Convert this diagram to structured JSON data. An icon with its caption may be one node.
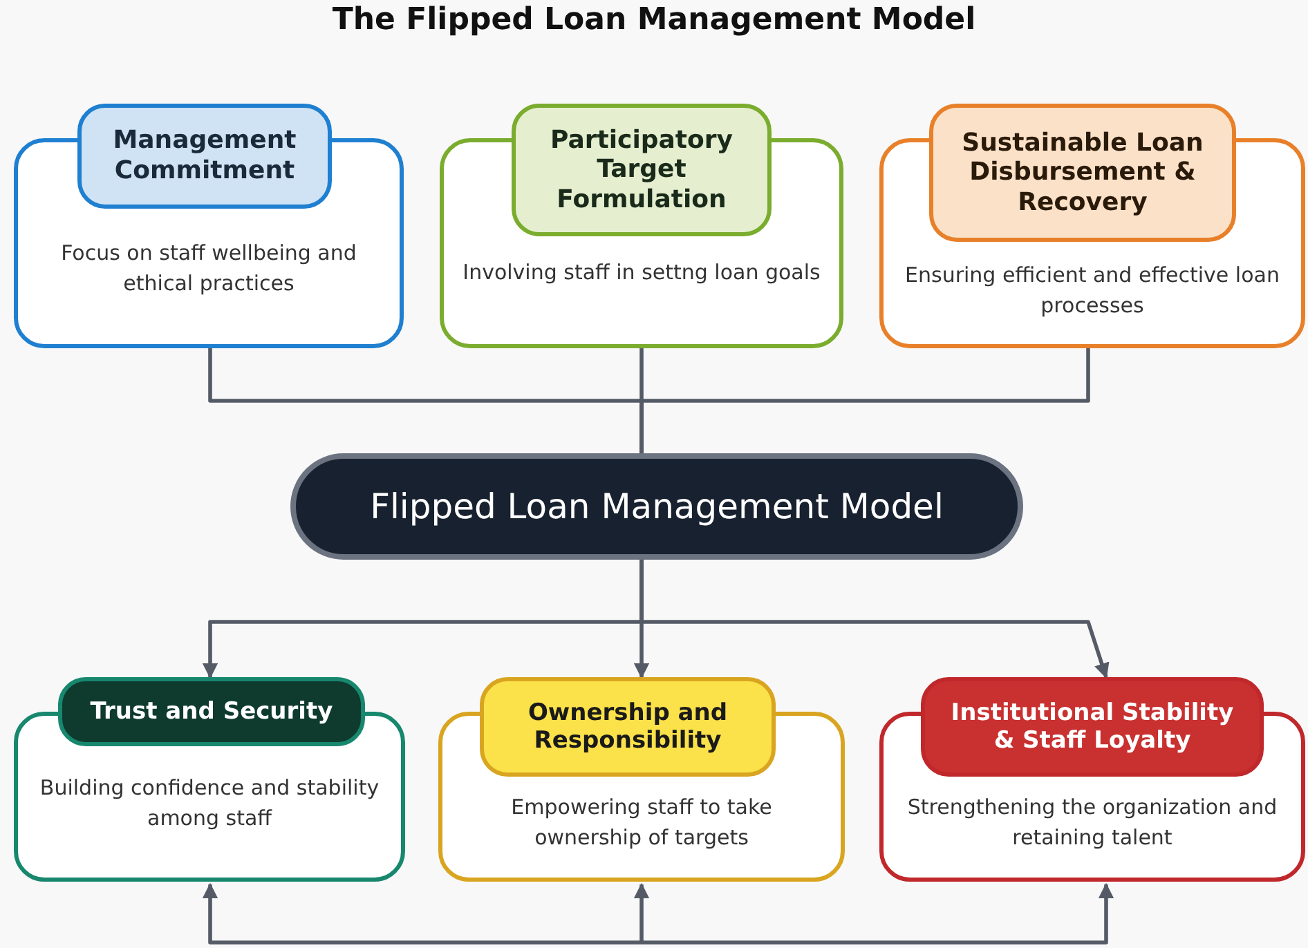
{
  "diagram": {
    "title": "The Flipped Loan Management Model",
    "nodes": [
      {
        "text": [
          "Management Commitment",
          "Focus on staff wellbeing and ethical practices"
        ]
      },
      {
        "text": [
          "Participatory Target Formulation",
          "Involving staff in settng loan goals"
        ]
      },
      {
        "text": [
          "Sustainable Loan Disbursement & Recovery",
          "Ensuring efficient and effective loan processes"
        ]
      },
      {
        "text": [
          "Flipped Loan Management Model"
        ]
      },
      {
        "text": [
          "Trust and Security",
          "Building confidence and stability among staff"
        ]
      },
      {
        "text": [
          "Ownership and Responsibility",
          "Empowering staff to take ownership of targets"
        ]
      },
      {
        "text": [
          "Institutional Stability & Staff Loyalty",
          "Strengthening the organization and retaining talent"
        ]
      }
    ],
    "edges": [
      {
        "from": 0,
        "to": 3,
        "arrow": "none"
      },
      {
        "from": 1,
        "to": 3,
        "arrow": "none"
      },
      {
        "from": 2,
        "to": 3,
        "arrow": "none"
      },
      {
        "from": 3,
        "to": 4,
        "arrow": "to"
      },
      {
        "from": 3,
        "to": 5,
        "arrow": "to"
      },
      {
        "from": 3,
        "to": 6,
        "arrow": "to"
      },
      {
        "from": null,
        "to": 4,
        "arrow": "to"
      },
      {
        "from": null,
        "to": 5,
        "arrow": "to"
      },
      {
        "from": null,
        "to": 6,
        "arrow": "to"
      }
    ]
  }
}
